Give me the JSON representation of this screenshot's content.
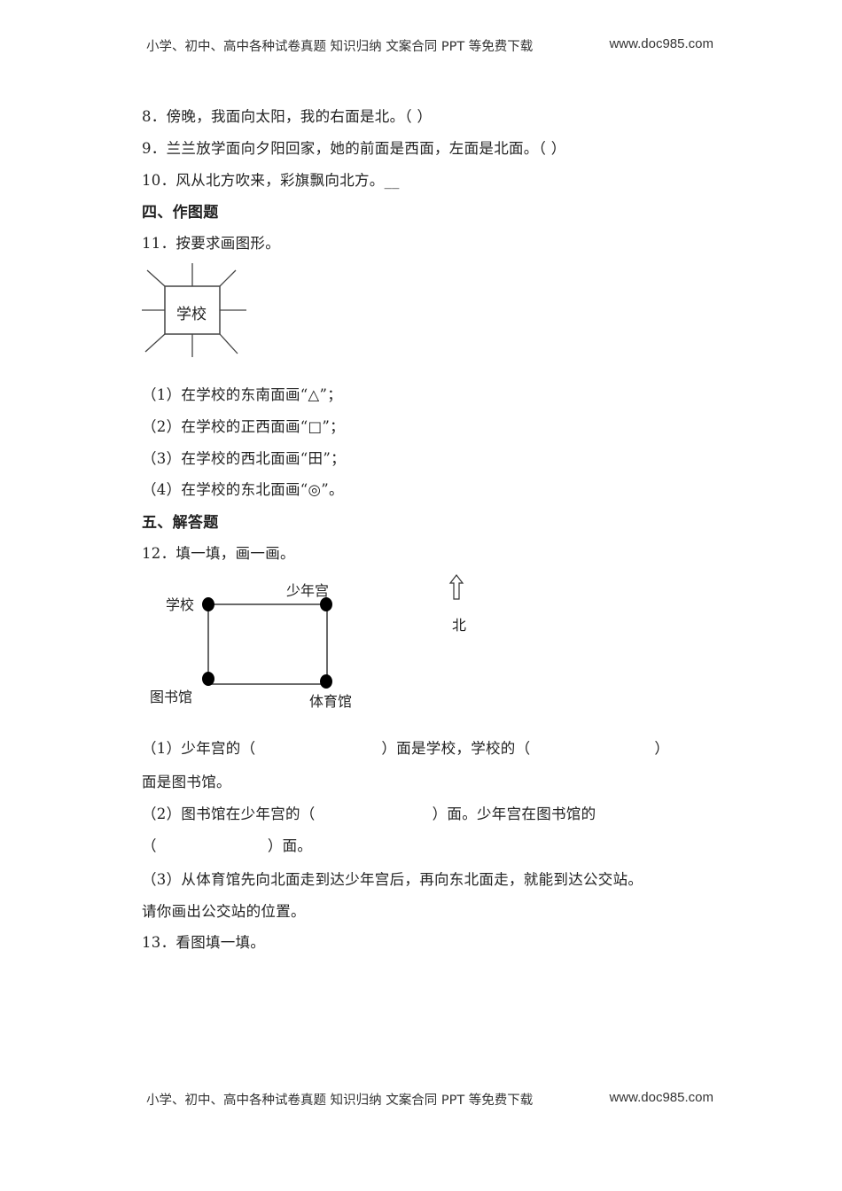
{
  "header": {
    "left": "小学、初中、高中各种试卷真题  知识归纳  文案合同  PPT 等免费下载",
    "right": "www.doc985.com"
  },
  "footer": {
    "left": "小学、初中、高中各种试卷真题  知识归纳  文案合同  PPT 等免费下载",
    "right": "www.doc985.com"
  },
  "questions": {
    "q8": "8．傍晚，我面向太阳，我的右面是北。（          ）",
    "q9": "9．兰兰放学面向夕阳回家，她的前面是西面，左面是北面。（          ）",
    "q10": "10．风从北方吹来，彩旗飘向北方。__",
    "section4": "四、作图题",
    "q11": "11．按要求画图形。",
    "q11_diagram_label": "学校",
    "q11_items": [
      "（1）在学校的东南面画“△”；",
      "（2）在学校的正西面画“□”；",
      "（3）在学校的西北面画“田”；",
      "（4）在学校的东北面画“◎”。"
    ],
    "section5": "五、解答题",
    "q12": "12．填一填，画一画。",
    "q12_map": {
      "school": "学校",
      "youth_palace": "少年宫",
      "library": "图书馆",
      "gym": "体育馆",
      "north_label": "北",
      "north_arrow": "⇧"
    },
    "q12_items": {
      "p1_a": "（1）少年宫的（",
      "p1_b": "）面是学校，学校的（",
      "p1_c": "）",
      "p1_d": "面是图书馆。",
      "p2_a": "（2）图书馆在少年宫的（",
      "p2_b": "）面。少年宫在图书馆的",
      "p2_c": "（",
      "p2_d": "）面。",
      "p3_a": "（3）从体育馆先向北面走到达少年宫后，再向东北面走，就能到达公交站。",
      "p3_b": "请你画出公交站的位置。"
    },
    "q13": "13．看图填一填。"
  }
}
